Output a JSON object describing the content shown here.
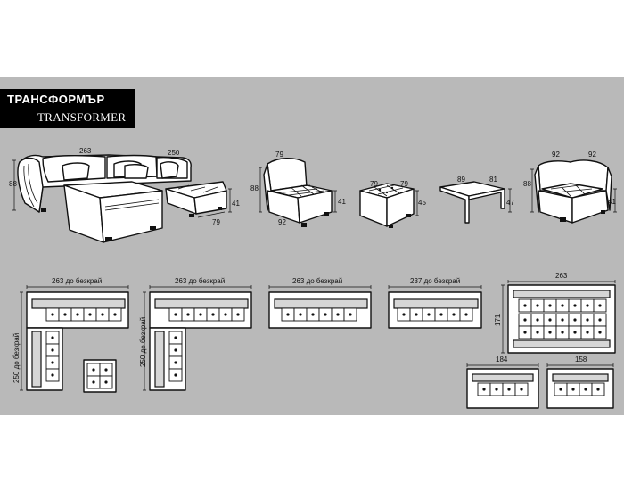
{
  "title": {
    "line1": "ТРАНСФОРМЪР",
    "line2": "TRANSFORMER"
  },
  "colors": {
    "panel": "#b9b9b9",
    "outline": "#111111",
    "fill": "#ffffff",
    "title_bg": "#000000"
  },
  "elevations": {
    "corner_sofa": {
      "width_label": "263",
      "side_label": "250",
      "height_label": "88",
      "ottoman_height_label": "41",
      "ottoman_width_label": "79"
    },
    "armless_chair": {
      "width_label": "79",
      "depth_label": "92",
      "height_label": "88",
      "seat_height_label": "41"
    },
    "pouf": {
      "width_label": "79",
      "depth_label": "79",
      "height_label": "45"
    },
    "table": {
      "width_label": "89",
      "depth_label": "81",
      "height_label": "47"
    },
    "corner_chair": {
      "width_a_label": "92",
      "width_b_label": "92",
      "height_label": "88",
      "seat_height_label": "41"
    }
  },
  "configurations": {
    "c1": {
      "width_label": "263 до безкрай",
      "side_label": "250 до безкрай"
    },
    "c2": {
      "width_label": "263 до безкрай",
      "side_label": "250 до безкрай"
    },
    "c3": {
      "width_label": "263 до безкрай"
    },
    "c4": {
      "width_label": "237 до безкрай"
    },
    "c5": {
      "width_label": "263",
      "depth_label": "171"
    },
    "c6": {
      "width_label": "184"
    },
    "c7": {
      "width_label": "158"
    }
  }
}
